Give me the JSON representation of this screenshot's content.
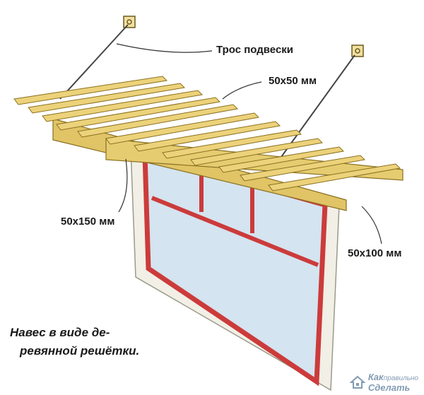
{
  "labels": {
    "cable": "Трос подвески",
    "beam_50x50": "50х50 мм",
    "beam_50x150": "50х150 мм",
    "beam_50x100": "50х100 мм"
  },
  "caption": {
    "line1": "Навес в виде де-",
    "line2": "ревянной решётки."
  },
  "watermark": {
    "line1_a": "Как",
    "line1_b": "правильно",
    "line2": "Сделать"
  },
  "colors": {
    "wood": "#e0c466",
    "frame_red": "#cc3b3b",
    "glass": "#d4e4f0",
    "wall": "#f1efe6"
  }
}
